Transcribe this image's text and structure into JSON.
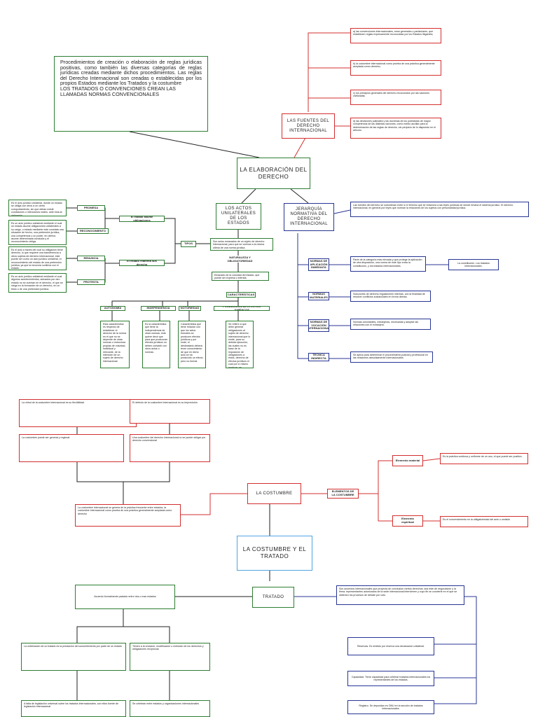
{
  "sheet1": {
    "intro": {
      "text1": "Procedimientos de creación o elaboración de reglas jurídicas positivas, como también las diversas categorías de reglas jurídicas creadas mediante dichos procedimientos. Las reglas del Derecho Internacional son creadas o establecidas por los propios Estados mediante los Tratados y la costumbre",
      "text2": "LOS TRATADOS O CONVENCIONES CREAN LAS LLAMADAS NORMAS CONVENCIONALES"
    },
    "fuentes": {
      "title": "LAS FUENTES DEL DERECHO INTERNACIONAL",
      "items": [
        "a) las convenciones internacionales, sean generales o particulares, que establecen reglas expresamente reconocidas por los Estados litigantes;",
        "b) la costumbre internacional como prueba de una práctica generalmente aceptada como derecho;",
        "c) los principios generales del derecho reconocidos por las naciones civilizadas;",
        "d) las decisiones judiciales y las doctrinas de los publicistas de mayor competencia de las distintas naciones, como medio auxiliar para la determinación de las reglas de derecho, sin perjuicio de lo dispuesto en el artículo."
      ]
    },
    "central": "LA ELABORACIÓN DEL DERECHO",
    "actos": {
      "title": "LOS ACTOS UNILATERALES DE LOS ESTADOS",
      "tipos": "TIPOS",
      "desc": "Son actos emanados de un sujeto de derecho internacional, para que se vuelvan a la misma última de una norma jurídica.",
      "naturaleza": "NATURALEZA Y OBLIGATORIEDAD",
      "naturaleza_desc": "Emanado de la voluntad del estado, que puede ser expresa o inferida.",
      "caracteristicas": "CARACTERÍSTICAS",
      "estado_obligaciones": "El estado asume obligaciones",
      "estado_reafirma": "El estado reafirma sus derecho",
      "tipos_list": [
        {
          "label": "PROMESA",
          "desc": "Es el acto jurídico unilateral, donde un estado se obliga con otros a un cierto comportamiento, sin que deban existir condiciones o intenciones reales, ante ésta la obligación."
        },
        {
          "label": "RECONOCIMIENTO",
          "desc": "Es un acto jurídico unilateral mediante el cual un estado asume obligaciones unilaterales a su cargo, o estado mediante este constata una situación de hecho, una pretensión jurídica, una competencia o un poder, en ulterior, asume determinada conducta y el reconocimiento obliga."
        },
        {
          "label": "RENUNCIA",
          "desc": "Es el acto a través del cual su obligación tiene derecho, lo que requiere una transferencia a otros sujetos de derecho internacional, este puede ser como un acto jurídico unilateral, el reconocimiento del estado de una pretensión jurídica; ya que la renuncia conlleva con el estado."
        },
        {
          "label": "PROTESTA",
          "desc": "Es un acto jurídico unilateral mediante el cual algunos acontecimientos, actuados por otro estado no se cuentan en el derecho, el que se niega en la formación de un derecho, en un título o de una pretensión jurídica."
        }
      ],
      "caract_list": [
        {
          "label": "AUTONOMÍA",
          "desc": "Esta característica es respecto de establecer el derecho de la norma en el que no se depende de otras normas o estructura propias de voluntad, individual y relevante, de la intención de un sujeto de derecho internacional."
        },
        {
          "label": "INDEPENDENCIA",
          "desc": "Es la característica que tiene la independencia de otras normas, este quiere decir que para que produzcan efectos jurídicos no deben coincidir con otros actos o normas."
        },
        {
          "label": "NOTORIEDAD",
          "desc": "Característica que tiene relación con que los actos formales se producen efectos jurídicos y por ende, el destinatario deberá tener conocimiento de que en dicho acto se ha producido un efecto pero no formal."
        },
        {
          "label": "PRODUCCIÓN DE EFECTOS JURÍDICOS",
          "desc": "Se refiere a que debe generar obligaciones al sujeto de derecho internacional que lo emite, para su debida ejecución, las cuales no es base de la imposición de obligaciones a éstos, derecho de efectos jurídicos el cual por sí mismo produce, se generan derechos u obligaciones, de las cuales se genera un conocimiento en el genera en un efecto no sólo hacia, y por tanto el ser deben ser en procedes."
        }
      ]
    },
    "jerarquia": {
      "title": "JERARQUÍA NORMATIVA DEL DERECHO INTERNACIONAL",
      "desc": "Las fuentes del derecho se subordinan entre sí el término que se relaciona a las leyes jurídicas de donde emana el sistema jurídico. El derecho internacional, en general por leyes que norman la relaciones de los sujetos con personalidad jurídica.",
      "items": [
        {
          "label": "NORMAS DE APLICACIÓN INMEDIATA",
          "desc": "Parte de la categoría más elevada y que protege la aplicación de otra disposición, una norma de este tipo entra la constitución, y los tratados internacionales."
        },
        {
          "label": "NORMAS MATERIALES",
          "desc": "Soluciones de derecho regulaciones internas, con la finalidad de resolver conflictos sustanciales en forma directa."
        },
        {
          "label": "NORMAS DE VOCACIÓN INTERNACIONAL",
          "desc": "Normas conciliantes, extranjeras, necesarias y adoptar las relaciones con el extranjero."
        },
        {
          "label": "TÉCNICA INDIRECTA",
          "desc": "Se aplica para determinar el procedimiento judicial y profesional en las relaciones absolutamente internacionales."
        }
      ],
      "constitucion": "La constitución. Los tratados internacionales."
    }
  },
  "sheet2": {
    "costumbre_left": [
      "La virtud de la costumbre internacional es su flexibilidad",
      "El defecto de la costumbre internacional es su imprecisión",
      "La costumbre puede ser general y regional",
      "Una costumbre del derecho internacional no se puede obligar por derecho convencional"
    ],
    "costumbre_desc": "La costumbre internacional se genera de la práctica frecuente entre estados, la costumbre internacional como prueba de una práctica generalmente aceptada como derecho",
    "costumbre": "LA COSTUMBRE",
    "elementos": "ELEMENTOS DE LA COSTUMBRE",
    "elemento_material": "Elemento material",
    "elemento_material_desc": "Es la práctica continua y uniforme de un uso, el que puede ser positivo.",
    "elemento_espiritual": "Elemento espiritual",
    "elemento_espiritual_desc": "Es el convencimiento en la obligatoriedad del acto u omisión",
    "central": "LA COSTUMBRE Y EL TRATADO",
    "tratado": "TRATADO",
    "tratado_def": "Acuerdo formalmente pactado entre dos o mas estados",
    "tratado_desc": "Son acuerdos internacionales que proyecta de conclusión ciertos derechos; sea éste de negociación y la firma; representantes autorizados de la sede internacional intervienen y cuyo fin se convierte en el que se obtienen los procesos de debate por voto.",
    "tratado_left": [
      "La celebración de un tratado es la prestación del consentimiento por parte de un estado",
      "Tienen a la creación, modificación o extinción de los derechos y obligaciones recíprocas",
      "A falta de legislación universal sobre los tratados internacionales, son ellos fuente de legislación internacional",
      "Se celebran entre estados y organizaciones internacionales"
    ],
    "tratado_right": [
      "Reservas. Es emitido por reserva una declaración unilateral.",
      "Capacidad. Tiene capacidad para celebrar tratados internacionales los representantes de los estados.",
      "Registro. Se depositan en ONU en la sección de tratados internacionales."
    ]
  }
}
